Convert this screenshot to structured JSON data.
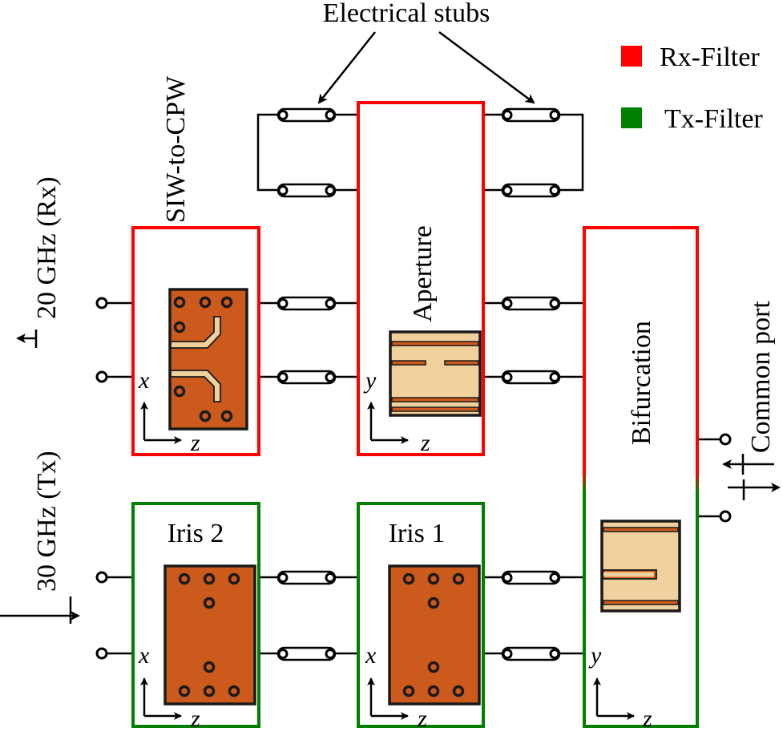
{
  "labels": {
    "electrical_stubs": "Electrical stubs",
    "siw_to_cpw": "SIW-to-CPW",
    "aperture": "Aperture",
    "bifurcation": "Bifurcation",
    "iris_2": "Iris 2",
    "iris_1": "Iris 1",
    "rx_port": "20 GHz (Rx)",
    "tx_port": "30 GHz (Tx)",
    "common_port": "Common port"
  },
  "legend": [
    {
      "label": "Rx-Filter",
      "color": "#ff0000"
    },
    {
      "label": "Tx-Filter",
      "color": "#007f00"
    }
  ],
  "axes": {
    "siw": {
      "v": "x",
      "h": "z"
    },
    "aperture": {
      "v": "y",
      "h": "z"
    },
    "iris2": {
      "v": "x",
      "h": "z"
    },
    "iris1": {
      "v": "x",
      "h": "z"
    },
    "bifurcation": {
      "v": "y",
      "h": "z"
    }
  },
  "colors": {
    "rx": "#ff0000",
    "tx": "#007f00",
    "copper": "#cc5a1c",
    "substrate": "#f0d19d"
  }
}
